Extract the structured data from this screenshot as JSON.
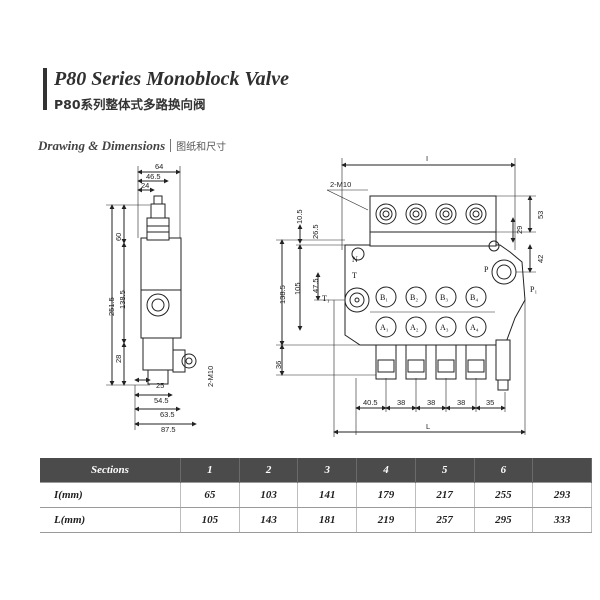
{
  "header": {
    "title": "P80 Series Monoblock Valve",
    "subtitle": "P80系列整体式多路换向阀"
  },
  "section": {
    "title": "Drawing & Dimensions",
    "subtitle_cn": "图纸和尺寸"
  },
  "side_view": {
    "dims": {
      "d64": "64",
      "d46_5": "46.5",
      "d24": "24",
      "d60": "60",
      "d251_5": "251.5",
      "d138_5": "138.5",
      "d28": "28",
      "d25": "25",
      "d54_5": "54.5",
      "d63_5": "63.5",
      "d87_5": "87.5",
      "m10": "2-M10"
    }
  },
  "front_view": {
    "dims": {
      "I": "I",
      "m10": "2-M10",
      "d10_5": "10.5",
      "d26_5": "26.5",
      "d47_5": "47.5",
      "d105": "105",
      "d138_5": "138.5",
      "d36": "36",
      "d53": "53",
      "d29": "29",
      "d42": "42",
      "d40_5": "40.5",
      "d38a": "38",
      "d38b": "38",
      "d38c": "38",
      "d35": "35",
      "L": "L"
    },
    "ports": {
      "N": "N",
      "T": "T",
      "T1": "T₁",
      "P": "P",
      "P1": "P₁",
      "B1": "B₁",
      "B2": "B₂",
      "B3": "B₃",
      "B4": "B₄",
      "A1": "A₁",
      "A2": "A₂",
      "A3": "A₃",
      "A4": "A₄"
    }
  },
  "table": {
    "headers": [
      "Sections",
      "1",
      "2",
      "3",
      "4",
      "5",
      "6",
      ""
    ],
    "rows": [
      {
        "label": "I(mm)",
        "values": [
          "65",
          "103",
          "141",
          "179",
          "217",
          "255",
          "293"
        ]
      },
      {
        "label": "L(mm)",
        "values": [
          "105",
          "143",
          "181",
          "219",
          "257",
          "295",
          "333"
        ]
      }
    ]
  }
}
